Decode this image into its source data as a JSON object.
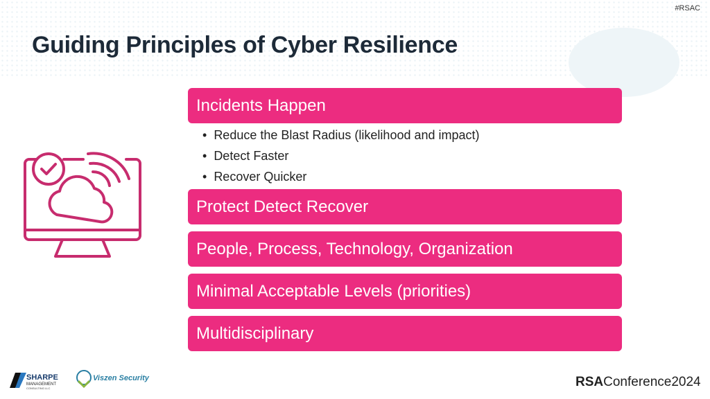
{
  "header": {
    "tag": "#RSAC",
    "title": "Guiding Principles of Cyber Resilience"
  },
  "principles": [
    {
      "label": "Incidents Happen",
      "bullets": [
        "Reduce the Blast Radius (likelihood and impact)",
        "Detect Faster",
        "Recover Quicker"
      ]
    },
    {
      "label": "Protect Detect Recover"
    },
    {
      "label": "People, Process, Technology, Organization"
    },
    {
      "label": "Minimal Acceptable Levels (priorities)"
    },
    {
      "label": "Multidisciplinary"
    }
  ],
  "footer": {
    "logo1": "SHARPE MANAGEMENT CONSULTING LLC",
    "logo2": "Viszen Security",
    "conf_brand": "RSA",
    "conf_name": "Conference",
    "conf_year": "2024"
  },
  "colors": {
    "accent": "#ec2c80",
    "icon": "#c72c6e",
    "title": "#1d2a38"
  },
  "icon": "monitor-cloud-check-icon"
}
